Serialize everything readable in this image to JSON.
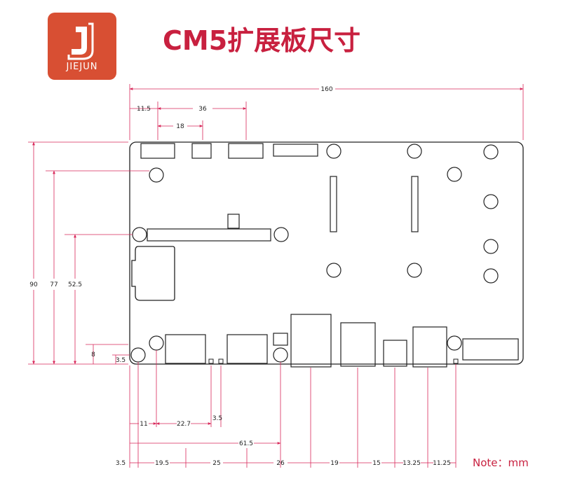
{
  "header": {
    "title": "CM5扩展板尺寸",
    "logo_text": "JIEJUN",
    "brand_color": "#d84f33",
    "title_color": "#c8203f"
  },
  "dimensions": {
    "top_total": "160",
    "top_a": "11.5",
    "top_b": "36",
    "top_c": "18",
    "left_90": "90",
    "left_77": "77",
    "left_52_5": "52.5",
    "left_8": "8",
    "left_3_5": "3.5",
    "bottom_11": "11",
    "bottom_22_7": "22.7",
    "bottom_3_5_mid": "3.5",
    "bottom_61_5": "61.5",
    "bottom_3_5": "3.5",
    "bottom_19_5": "19.5",
    "bottom_25": "25",
    "bottom_26": "26",
    "bottom_19": "19",
    "bottom_15": "15",
    "bottom_13_25": "13.25",
    "bottom_11_25": "11.25"
  },
  "note": "Note：mm",
  "colors": {
    "dimension_line": "#d8285a",
    "outline": "#222222"
  }
}
